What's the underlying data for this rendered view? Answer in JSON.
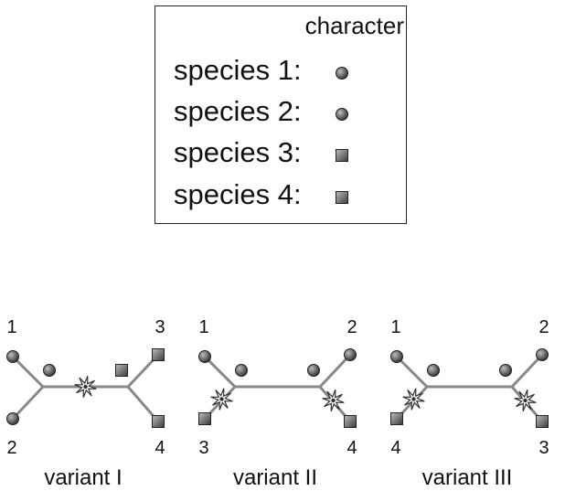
{
  "legend": {
    "header": "character",
    "rows": [
      {
        "label": "species 1:",
        "state": "circle"
      },
      {
        "label": "species 2:",
        "state": "circle"
      },
      {
        "label": "species 3:",
        "state": "square"
      },
      {
        "label": "species 4:",
        "state": "square"
      }
    ]
  },
  "trees": [
    {
      "caption": "variant I",
      "top_left": "1",
      "top_right": "3",
      "bottom_left": "2",
      "bottom_right": "4",
      "change_on": "center"
    },
    {
      "caption": "variant II",
      "top_left": "1",
      "top_right": "2",
      "bottom_left": "3",
      "bottom_right": "4",
      "change_on": "lower-branches"
    },
    {
      "caption": "variant III",
      "top_left": "1",
      "top_right": "2",
      "bottom_left": "4",
      "bottom_right": "3",
      "change_on": "lower-branches"
    }
  ],
  "species_states": {
    "1": "circle",
    "2": "circle",
    "3": "square",
    "4": "square"
  },
  "colors": {
    "branch": "#888888",
    "marker": "#3a3a3a",
    "marker_light": "#bdbdbd",
    "star": "#333333"
  }
}
